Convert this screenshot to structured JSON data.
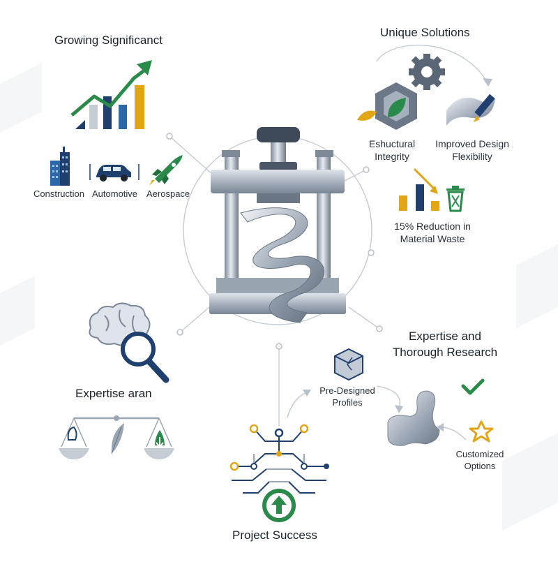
{
  "colors": {
    "navy": "#1f3f6e",
    "blue": "#2c67a8",
    "green": "#2a8a4a",
    "gold": "#e2a516",
    "gray_line": "#c5ccd4",
    "steel": "#8c99a8"
  },
  "sections": {
    "growing": {
      "title": "Growing Significanct",
      "industries": [
        "Construction",
        "Automotive",
        "Aerospace"
      ]
    },
    "unique": {
      "title": "Unique Solutions",
      "items": [
        "Eshuctural\nIntegrity",
        "Improved Design\nFlexibility"
      ]
    },
    "waste": {
      "label": "15% Reduction in\nMaterial Waste"
    },
    "expertise_left": {
      "title": "Expertise aran"
    },
    "expertise_right": {
      "title": "Expertise and\nThorough Research",
      "profiles": "Pre-Designed\nProfiles",
      "options": "Customized\nOptions"
    },
    "success": {
      "label": "Project Success"
    }
  },
  "icons": [
    "growth-chart-icon",
    "building-icon",
    "car-icon",
    "rocket-icon",
    "gear-icon",
    "hexagon-leaf-icon",
    "pencil-icon",
    "bar-chart-down-icon",
    "recycle-bin-icon",
    "brain-icon",
    "magnifier-icon",
    "balance-scale-icon",
    "feather-icon",
    "cube-icon",
    "check-icon",
    "star-icon",
    "circuit-network-icon",
    "up-arrow-icon",
    "hydraulic-press-icon"
  ]
}
